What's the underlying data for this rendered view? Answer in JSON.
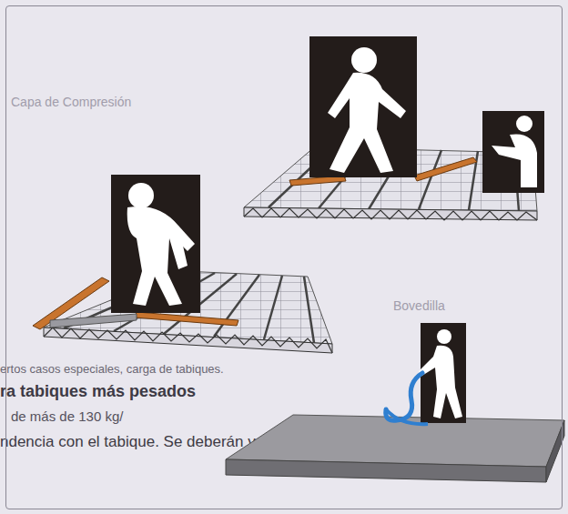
{
  "diagram": {
    "labels": [
      "Capa de Compresión",
      "Bovedilla",
      "ertos casos especiales, carga de tabiques.",
      "ra tabiques más pesados",
      "de más de 130 kg/",
      "ndencia con el tabique. Se deberán verific"
    ]
  }
}
